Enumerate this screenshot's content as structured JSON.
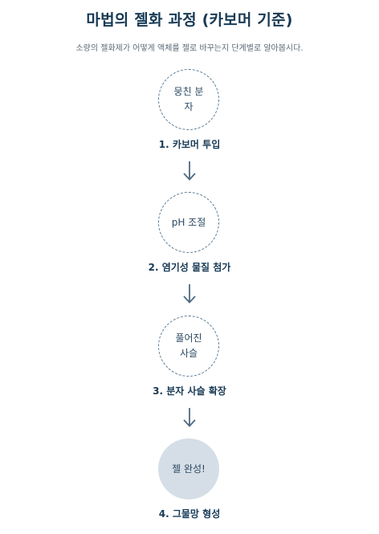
{
  "title": "마법의 젤화 과정 (카보머 기준)",
  "subtitle": "소량의 젤화제가 어떻게 액체를 젤로 바꾸는지 단계별로 알아봅시다.",
  "steps": [
    {
      "circle_text": "뭉친 분자",
      "label": "1. 카보머 투입",
      "filled": false
    },
    {
      "circle_text": "pH 조절",
      "label": "2. 염기성 물질 첨가",
      "filled": false
    },
    {
      "circle_text": "풀어진 사슬",
      "label": "3. 분자 사슬 확장",
      "filled": false
    },
    {
      "circle_text": "젤 완성!",
      "label": "4. 그물망 형성",
      "filled": true
    }
  ],
  "icons": {
    "arrow": "arrow-down-icon"
  },
  "colors": {
    "title": "#173a55",
    "circle_border": "#5b7b95",
    "filled_circle": "#d5dee6",
    "arrow": "#4e6a82"
  }
}
